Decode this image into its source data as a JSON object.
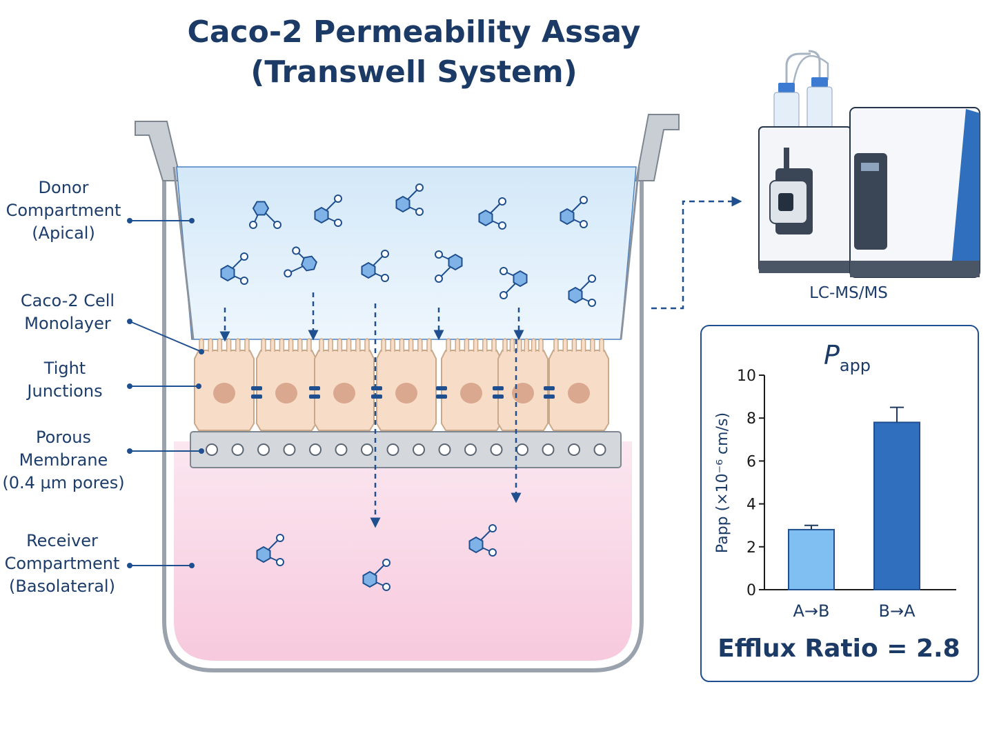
{
  "title": {
    "line1": "Caco-2 Permeability Assay",
    "line2": "(Transwell System)"
  },
  "labels": {
    "donor": [
      "Donor",
      "Compartment",
      "(Apical)"
    ],
    "monolayer": [
      "Caco-2 Cell",
      "Monolayer"
    ],
    "tight": [
      "Tight",
      "Junctions"
    ],
    "membrane": [
      "Porous",
      "Membrane",
      "(0.4 µm pores)"
    ],
    "receiver": [
      "Receiver",
      "Compartment",
      "(Basolateral)"
    ]
  },
  "instrument": {
    "label": "LC-MS/MS"
  },
  "icons": [
    "molecule-icon",
    "lcms-instrument-icon",
    "arrow-icon"
  ],
  "colors": {
    "donor": "#d6eaf9",
    "receiver": "#f9d6e6",
    "cells": "#f7ddc7",
    "molecule": "#7fb3e8",
    "bar_ab": "#7fbff2",
    "bar_ba": "#2f6fbd",
    "navy": "#1b3a66"
  },
  "chart_data": {
    "type": "bar",
    "title": "Papp",
    "title_main": "P",
    "title_sub": "app",
    "ylabel": "Papp (×10⁻⁶ cm/s)",
    "categories": [
      "A→B",
      "B→A"
    ],
    "values": [
      2.8,
      7.8
    ],
    "errors": [
      0.2,
      0.7
    ],
    "ylim": [
      0,
      10
    ],
    "yticks": [
      0,
      2,
      4,
      6,
      8,
      10
    ],
    "colors": [
      "#7fbff2",
      "#2f6fbd"
    ],
    "grid": false
  },
  "efflux": {
    "text": "Efflux Ratio = 2.8"
  }
}
